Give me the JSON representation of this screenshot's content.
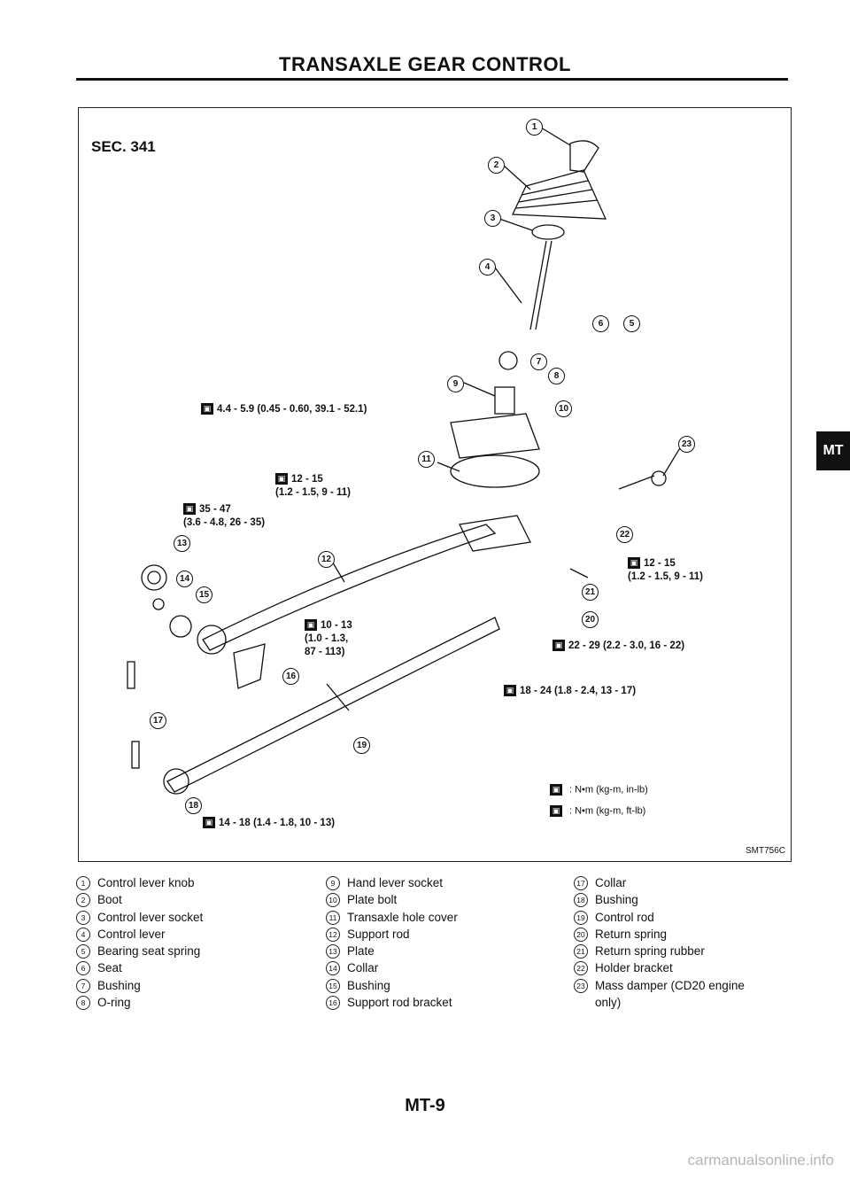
{
  "header": {
    "title": "TRANSAXLE GEAR CONTROL"
  },
  "diagram": {
    "section": "SEC. 341",
    "specs": [
      "4.4 - 5.9 (0.45 - 0.60, 39.1 - 52.1)",
      "12 - 15\n(1.2 - 1.5, 9 - 11)",
      "35 - 47\n(3.6 - 4.8, 26 - 35)",
      "12 - 15\n(1.2 - 1.5, 9 - 11)",
      "10 - 13\n(1.0 - 1.3,\n87 - 113)",
      "22 - 29 (2.2 - 3.0, 16 - 22)",
      "18 - 24 (1.8 - 2.4, 13 - 17)",
      "14 - 18 (1.4 - 1.8, 10 - 13)"
    ],
    "legend": [
      ": N•m (kg-m, in-lb)",
      ": N•m (kg-m, ft-lb)"
    ],
    "figure_code": "SMT756C",
    "callouts": [
      "1",
      "2",
      "3",
      "4",
      "5",
      "6",
      "7",
      "8",
      "9",
      "10",
      "11",
      "12",
      "13",
      "14",
      "15",
      "16",
      "17",
      "18",
      "19",
      "20",
      "21",
      "22",
      "23"
    ]
  },
  "parts_list": {
    "col1": [
      {
        "n": "1",
        "label": "Control lever knob"
      },
      {
        "n": "2",
        "label": "Boot"
      },
      {
        "n": "3",
        "label": "Control lever socket"
      },
      {
        "n": "4",
        "label": "Control lever"
      },
      {
        "n": "5",
        "label": "Bearing seat spring"
      },
      {
        "n": "6",
        "label": "Seat"
      },
      {
        "n": "7",
        "label": "Bushing"
      },
      {
        "n": "8",
        "label": "O-ring"
      }
    ],
    "col2": [
      {
        "n": "9",
        "label": "Hand lever socket"
      },
      {
        "n": "10",
        "label": "Plate bolt"
      },
      {
        "n": "11",
        "label": "Transaxle hole cover"
      },
      {
        "n": "12",
        "label": "Support rod"
      },
      {
        "n": "13",
        "label": "Plate"
      },
      {
        "n": "14",
        "label": "Collar"
      },
      {
        "n": "15",
        "label": "Bushing"
      },
      {
        "n": "16",
        "label": "Support rod bracket"
      }
    ],
    "col3": [
      {
        "n": "17",
        "label": "Collar"
      },
      {
        "n": "18",
        "label": "Bushing"
      },
      {
        "n": "19",
        "label": "Control rod"
      },
      {
        "n": "20",
        "label": "Return spring"
      },
      {
        "n": "21",
        "label": "Return spring rubber"
      },
      {
        "n": "22",
        "label": "Holder bracket"
      },
      {
        "n": "23",
        "label": "Mass damper (CD20 engine only)"
      }
    ]
  },
  "side_tab": "MT",
  "page_number": "MT-9",
  "watermark": "carmanualsonline.info"
}
